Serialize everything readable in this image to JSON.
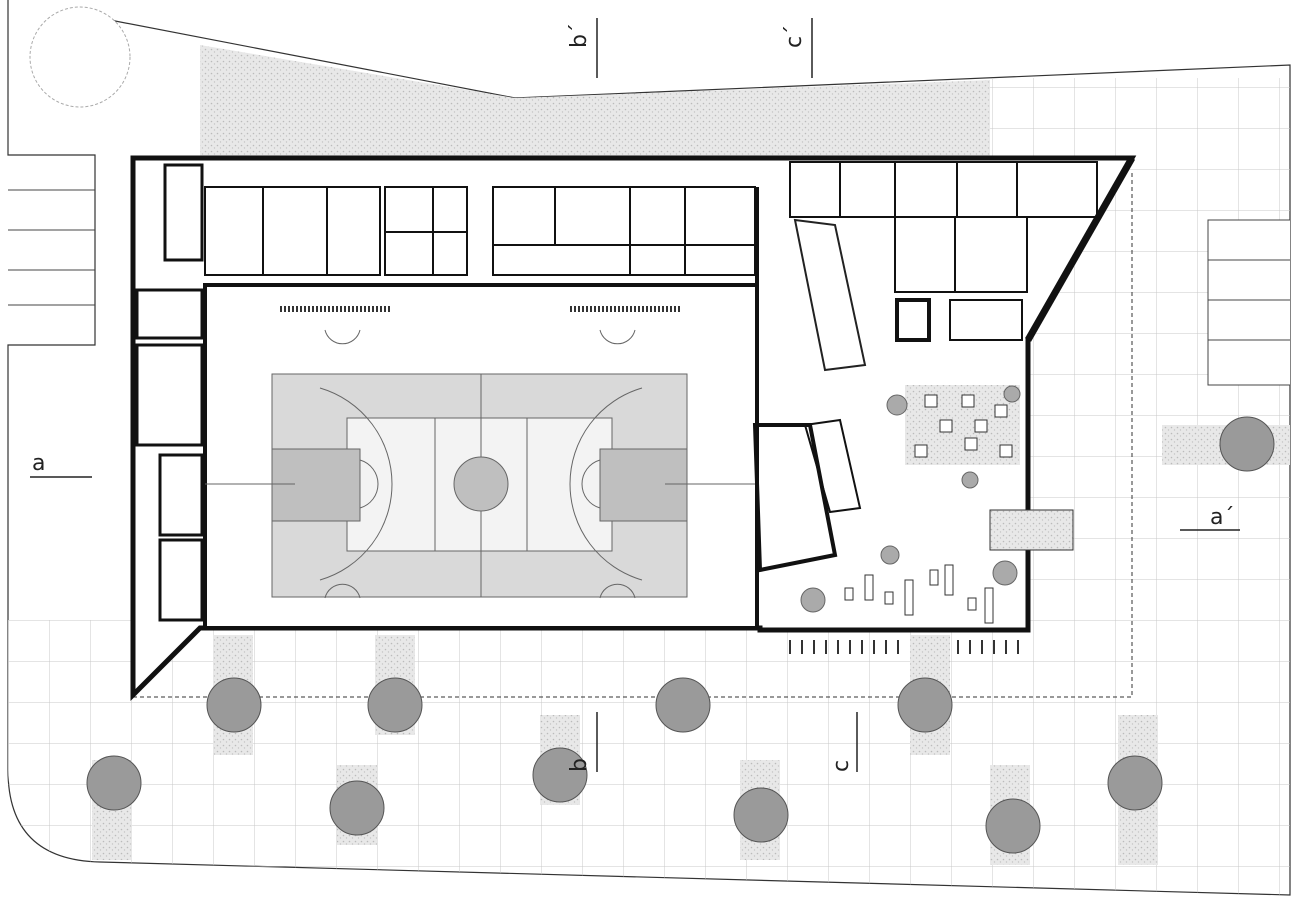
{
  "drawing": {
    "type": "ground floor plan",
    "section_marks": {
      "a": "a",
      "a_prime": "a´",
      "b": "b",
      "b_prime": "b´",
      "c": "c",
      "c_prime": "c´"
    }
  },
  "colors": {
    "wall": "#111111",
    "court": "#d9d9d9",
    "key": "#bfbfbf",
    "strip": "#e6e6e6",
    "grid": "#c8c8c8",
    "tree": "#9a9a9a"
  }
}
